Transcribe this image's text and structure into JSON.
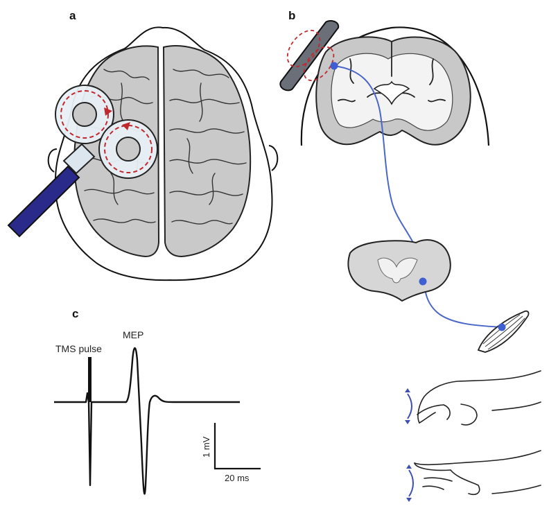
{
  "panels": {
    "a": {
      "label": "a"
    },
    "b": {
      "label": "b"
    },
    "c": {
      "label": "c",
      "tms_label": "TMS pulse",
      "mep_label": "MEP",
      "scale_y_label": "1 mV",
      "scale_x_label": "20 ms"
    }
  },
  "colors": {
    "coil_dashes": "#c0282d",
    "pathway": "#4a66c8",
    "handle": "#2a2a8a",
    "brain_fill": "#c9c9c9",
    "gray_matter": "#c8c8c8",
    "white_matter": "#f3f3f3",
    "arrow_blue": "#3d4fb0"
  }
}
